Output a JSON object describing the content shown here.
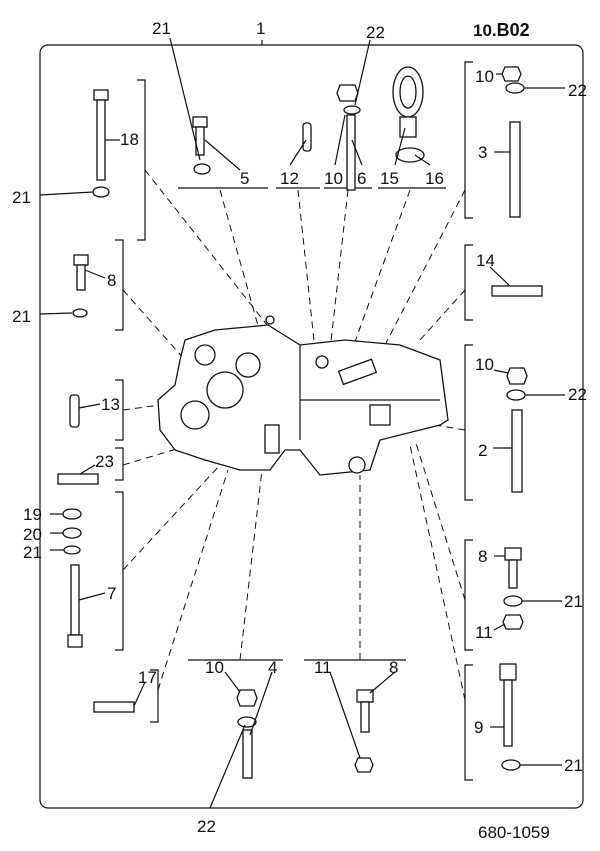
{
  "header": {
    "page_number": "10.",
    "page_suffix": "B02"
  },
  "footer": {
    "drawing_number": "680-1059"
  },
  "callouts": [
    "1",
    "21",
    "22",
    "18",
    "21",
    "5",
    "12",
    "10",
    "6",
    "15",
    "16",
    "10",
    "22",
    "3",
    "8",
    "21",
    "14",
    "10",
    "22",
    "13",
    "23",
    "2",
    "19",
    "20",
    "21",
    "7",
    "8",
    "21",
    "11",
    "17",
    "10",
    "4",
    "11",
    "8",
    "9",
    "21",
    "22"
  ]
}
